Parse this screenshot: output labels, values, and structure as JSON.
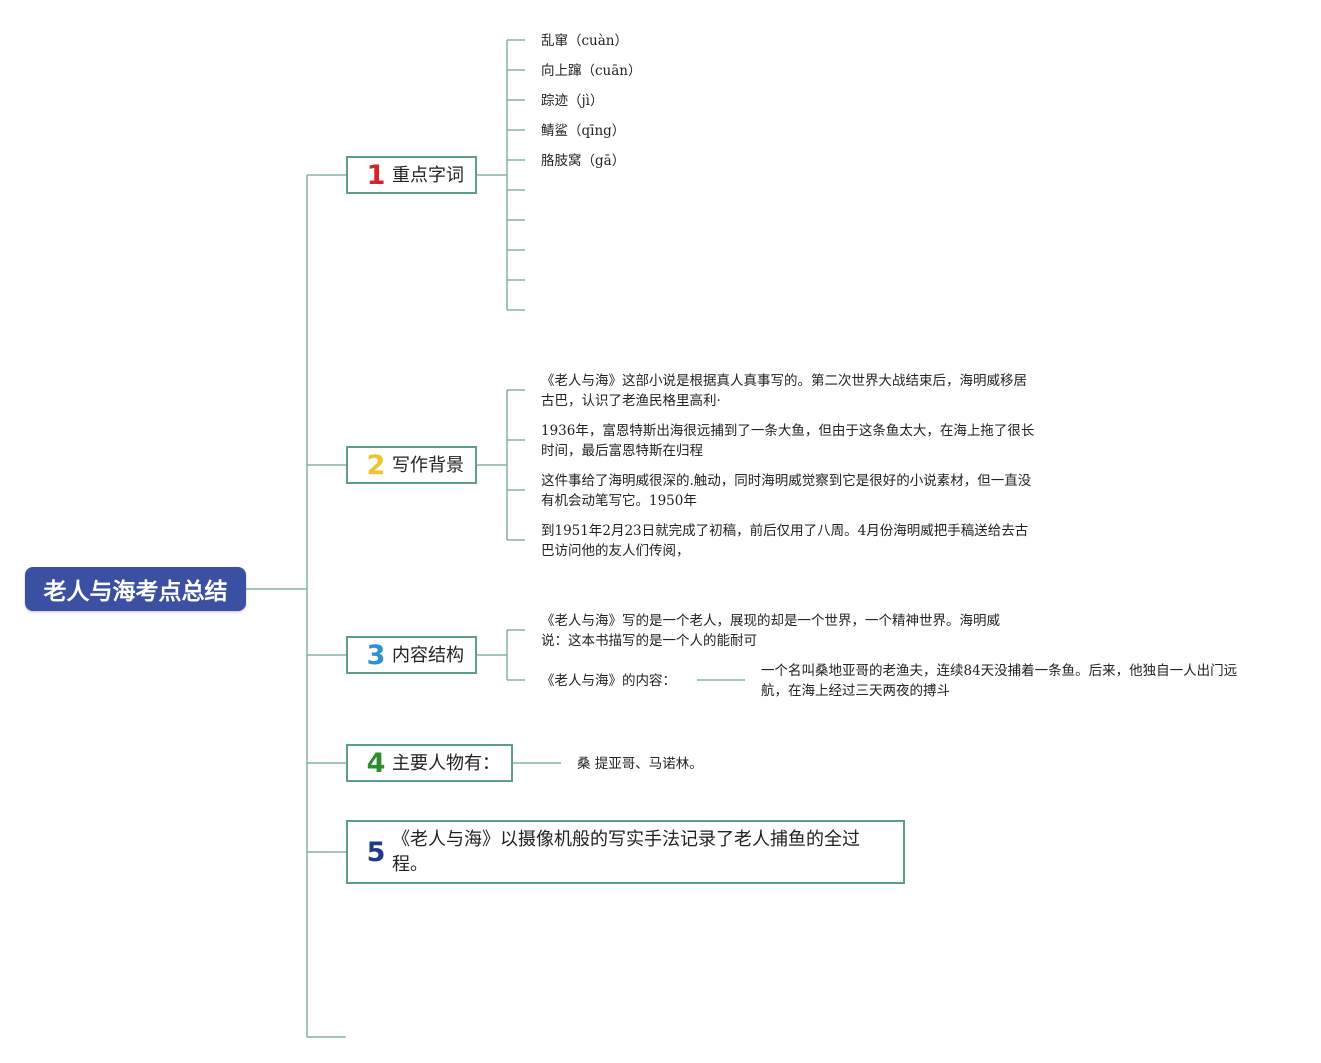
{
  "root": {
    "title": "老人与海考点总结"
  },
  "topics": [
    {
      "number": "1",
      "number_color": "#d6242d",
      "label": "重点字词",
      "items": [
        "乱窜（cuàn）",
        "向上蹿（cuān）",
        "踪迹（jì）",
        "鲭鲨（qīng）",
        "胳肢窝（gā）"
      ]
    },
    {
      "number": "2",
      "number_color": "#f1c232",
      "label": "写作背景",
      "items": [
        "《老人与海》这部小说是根据真人真事写的。第二次世界大战结束后，海明威移居古巴，认识了老渔民格里高利·",
        "1936年，富恩特斯出海很远捕到了一条大鱼，但由于这条鱼太大，在海上拖了很长时间，最后富恩特斯在归程",
        "这件事给了海明威很深的.触动，同时海明威觉察到它是很好的小说素材，但一直没有机会动笔写它。1950年",
        "到1951年2月23日就完成了初稿，前后仅用了八周。4月份海明威把手稿送给去古巴访问他的友人们传阅，"
      ]
    },
    {
      "number": "3",
      "number_color": "#2f8fd1",
      "label": "内容结构",
      "items": [
        "《老人与海》写的是一个老人，展现的却是一个世界，一个精神世界。海明威说：这本书描写的是一个人的能耐可",
        "《老人与海》的内容："
      ],
      "sub_item": "一个名叫桑地亚哥的老渔夫，连续84天没捕着一条鱼。后来，他独自一人出门远航，在海上经过三天两夜的搏斗"
    },
    {
      "number": "4",
      "number_color": "#2e8b2e",
      "label": "主要人物有：",
      "items": [
        "桑 提亚哥、马诺林。"
      ]
    },
    {
      "number": "5",
      "number_color": "#1f3a8a",
      "label": "《老人与海》以摄像机般的写实手法记录了老人捕鱼的全过程。",
      "items": []
    }
  ],
  "colors": {
    "line": "#6fa596",
    "root_bg": "#3b4fa3",
    "topic_border": "#5e9c8b"
  }
}
